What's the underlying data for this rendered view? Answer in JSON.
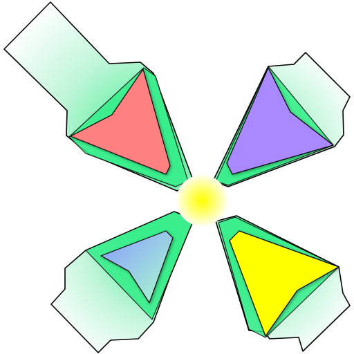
{
  "colors": {
    "background": "#ffffff",
    "arm_fill": "#33ee88",
    "arm_fill_light": "#ffffff",
    "center_glow_inner": "#ffff00",
    "center_glow_outer": "#ffffdd",
    "petal_top_left": "#ff8080",
    "petal_top_right": "#aa88ff",
    "petal_bottom_right": "#ffff00",
    "petal_bottom_left_from": "#8899ff",
    "petal_bottom_left_to": "#aaffcc",
    "outline": "#000000"
  },
  "shapes": {
    "arms": [
      "top-left-arm",
      "top-right-arm",
      "bottom-right-arm",
      "bottom-left-arm"
    ],
    "petals": [
      "red-triangle",
      "purple-triangle",
      "yellow-triangle",
      "blue-triangle"
    ],
    "hub": "center-glow"
  }
}
